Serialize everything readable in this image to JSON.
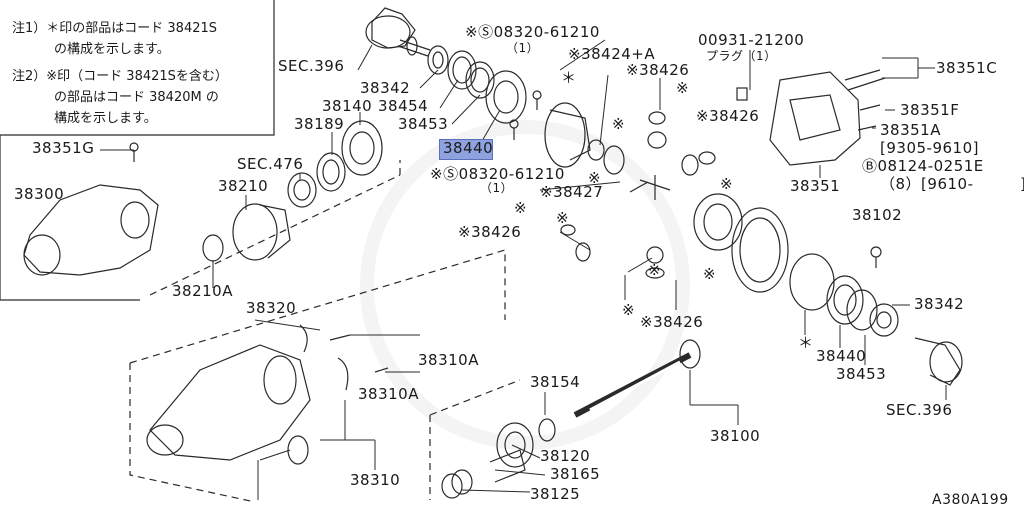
{
  "notes": {
    "note1_line1": "注1）＊印の部品はコード 38421S",
    "note1_line2": "の構成を示します。",
    "note2_line1": "注2）※印（コード 38421Sを含む）",
    "note2_line2": "の部品はコード 38420M の",
    "note2_line3": "構成を示します。"
  },
  "labels": {
    "sec396_top": "SEC.396",
    "sec396_bottom": "SEC.396",
    "sec476": "SEC.476",
    "p38342_top": "38342",
    "p38454": "38454",
    "p38453_top": "38453",
    "p38440_highlight": "38440",
    "p38140": "38140",
    "p38189": "38189",
    "p38210": "38210",
    "p38210A": "38210A",
    "p38351G": "38351G",
    "p38300": "38300",
    "bolt_top": "※Ⓢ08320-61210",
    "bolt_top_qty": "（1）",
    "bolt_mid": "※Ⓢ08320-61210",
    "bolt_mid_qty": "（1）",
    "p38424A": "※38424+A",
    "star_mark": "＊",
    "p38426_a": "※38426",
    "p38426_b": "※38426",
    "p38426_c": "※38426",
    "p38426_d": "※38426",
    "p38427": "※38427",
    "plug_part": "00931-21200",
    "plug_name": "プラグ（1）",
    "p38351C": "38351C",
    "p38351F": "38351F",
    "p38351A": "38351A",
    "p38351A_range": "[9305-9610]",
    "bolt_b": "Ⓑ08124-0251E",
    "bolt_b_qty": "（8）[9610-　　　]",
    "p38351": "38351",
    "p38102": "38102",
    "p38342_right": "38342",
    "p38440_right": "38440",
    "p38453_right": "38453",
    "star_right": "＊",
    "p38320": "38320",
    "p38310A_a": "38310A",
    "p38310A_b": "38310A",
    "p38310": "38310",
    "p38154": "38154",
    "p38120": "38120",
    "p38165": "38165",
    "p38125": "38125",
    "p38100": "38100",
    "diagram_code": "A380A199",
    "mark_a": "※",
    "mark_b": "※",
    "mark_c": "※",
    "mark_d": "※",
    "mark_e": "※",
    "mark_f": "※",
    "mark_g": "※",
    "mark_h": "※",
    "mark_i": "※"
  },
  "colors": {
    "highlight": "#8ea2df",
    "ink": "#1a1a1a",
    "line": "#2a2a2a"
  }
}
